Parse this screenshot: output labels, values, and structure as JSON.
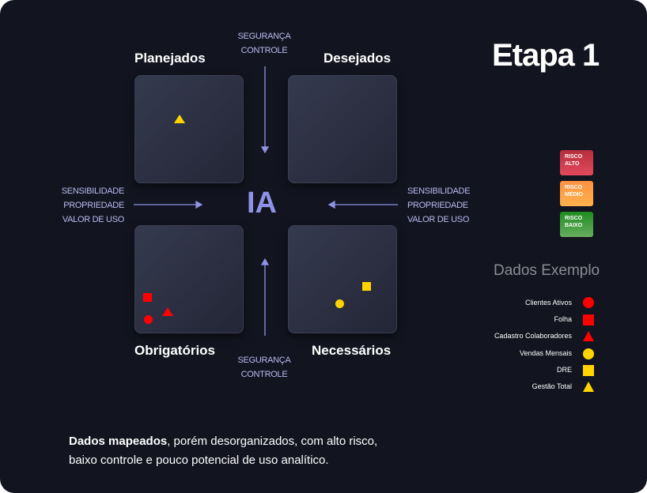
{
  "title": "Etapa 1",
  "center_label": "IA",
  "quadrants": {
    "top_left": "Planejados",
    "top_right": "Desejados",
    "bottom_left": "Obrigatórios",
    "bottom_right": "Necessários"
  },
  "axes": {
    "top": [
      "SEGURANÇA",
      "CONTROLE"
    ],
    "bottom": [
      "SEGURANÇA",
      "CONTROLE"
    ],
    "left": [
      "SENSIBILIDADE",
      "PROPRIEDADE",
      "VALOR DE USO"
    ],
    "right": [
      "SENSIBILIDADE",
      "PROPRIEDADE",
      "VALOR DE USO"
    ]
  },
  "risk_levels": [
    {
      "line1": "RISCO",
      "line2": "ALTO",
      "color": "#d43a4a"
    },
    {
      "line1": "RISCO",
      "line2": "MÉDIO",
      "color": "#ff9a4a"
    },
    {
      "line1": "RISCO",
      "line2": "BAIXO",
      "color": "#3f9b3f"
    }
  ],
  "legend_title": "Dados Exemplo",
  "legend": [
    {
      "label": "Clientes Ativos",
      "shape": "circle",
      "color": "#ff0000"
    },
    {
      "label": "Folha",
      "shape": "square",
      "color": "#ff0000"
    },
    {
      "label": "Cadastro Colaboradores",
      "shape": "triangle",
      "color": "#ff0000"
    },
    {
      "label": "Vendas Mensais",
      "shape": "circle",
      "color": "#ffd400"
    },
    {
      "label": "DRE",
      "shape": "square",
      "color": "#ffd400"
    },
    {
      "label": "Gestão Total",
      "shape": "triangle",
      "color": "#ffd400"
    }
  ],
  "caption": {
    "bold": "Dados mapeados",
    "rest": ", porém desorganizados, com alto risco,",
    "line2": "baixo controle e pouco potencial de uso analítico."
  }
}
